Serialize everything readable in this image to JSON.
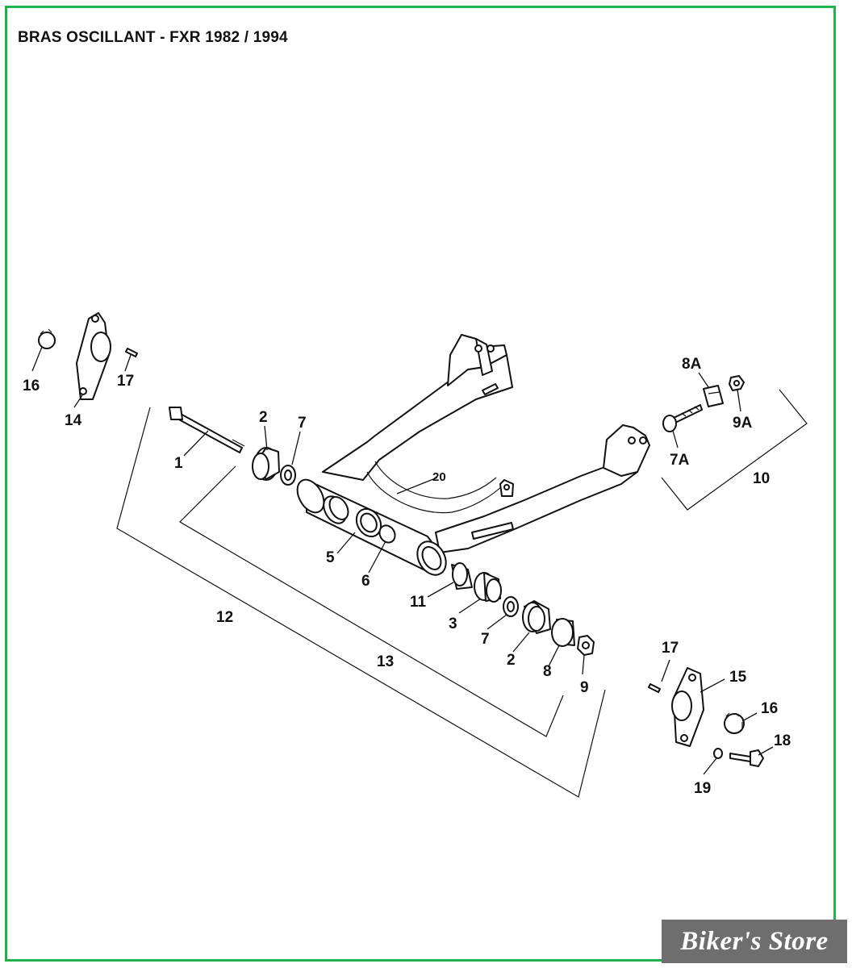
{
  "title": "BRAS OSCILLANT - FXR 1982 / 1994",
  "watermark": "Biker's Store",
  "colors": {
    "frame": "#21b24b",
    "ink": "#111111",
    "watermark_bg": "#6e6e6e"
  },
  "labels": {
    "p1": "1",
    "p2a": "2",
    "p2b": "2",
    "p3": "3",
    "p5": "5",
    "p6": "6",
    "p7a": "7",
    "p7b": "7",
    "p7A": "7A",
    "p8": "8",
    "p8A": "8A",
    "p9": "9",
    "p9A": "9A",
    "p10": "10",
    "p11": "11",
    "p12": "12",
    "p13": "13",
    "p14": "14",
    "p15": "15",
    "p16a": "16",
    "p16b": "16",
    "p17a": "17",
    "p17b": "17",
    "p18": "18",
    "p19": "19",
    "p20": "20"
  }
}
